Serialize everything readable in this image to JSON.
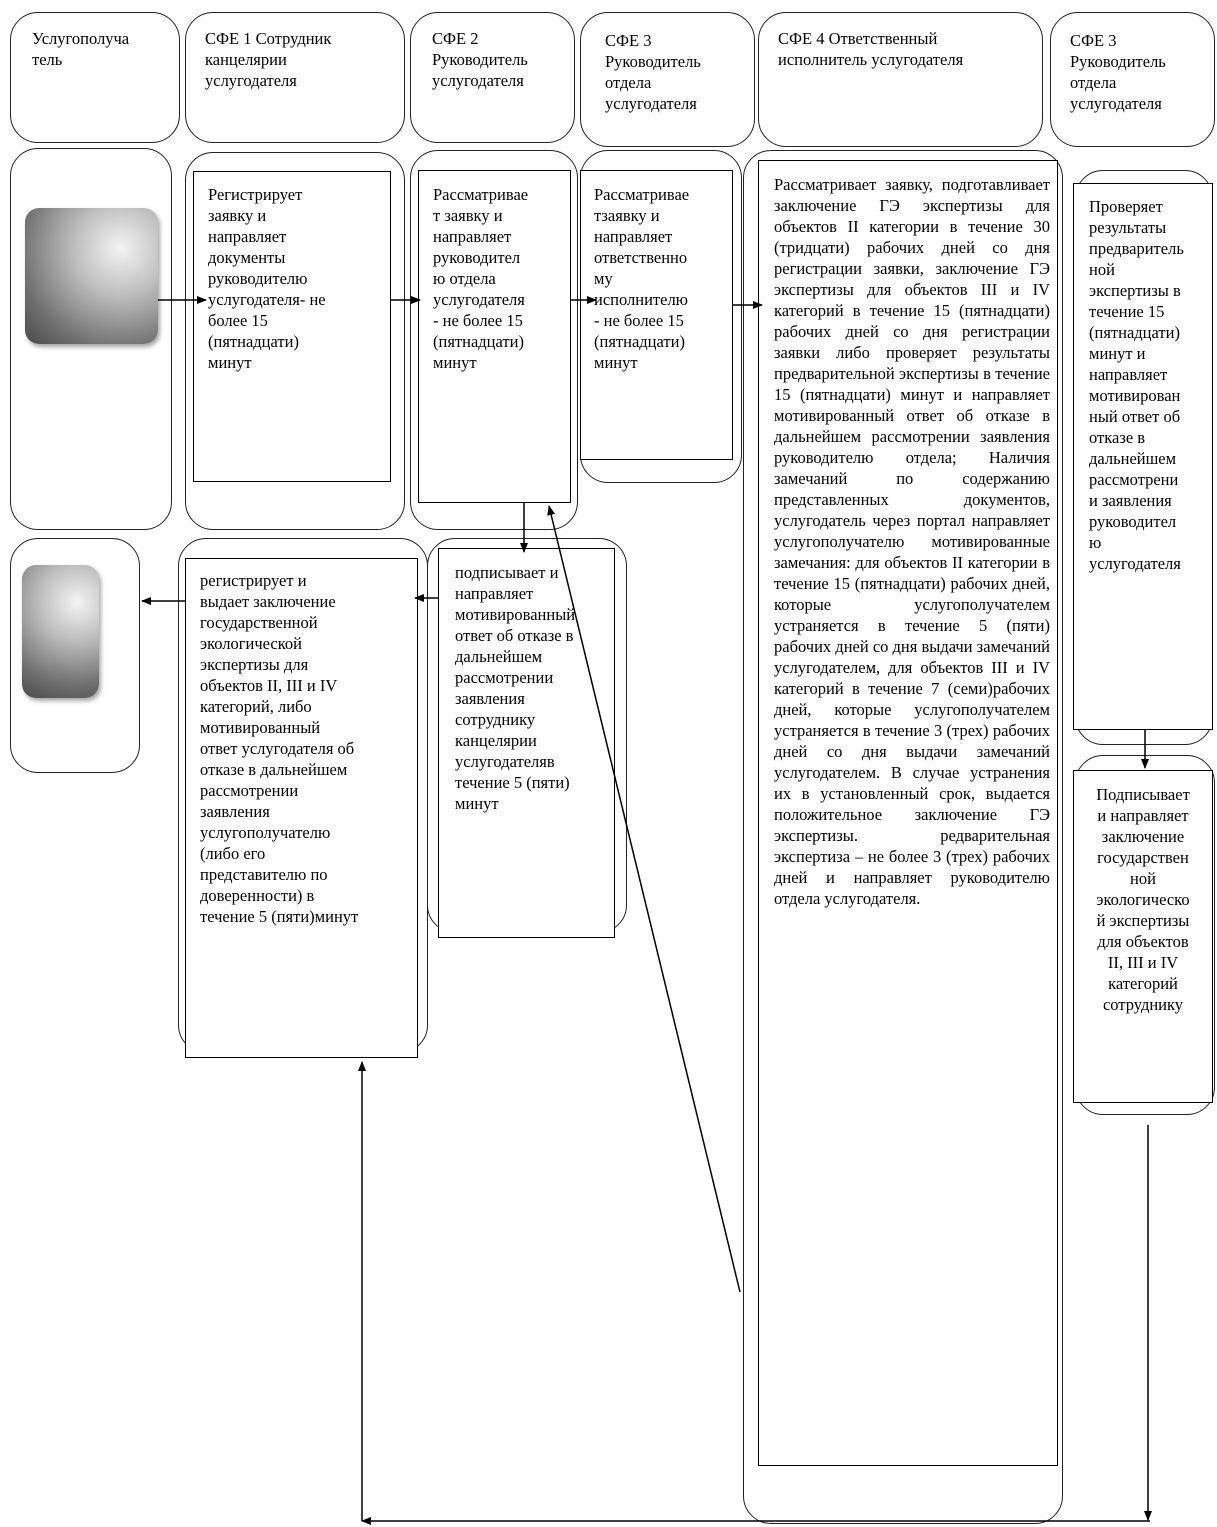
{
  "lanes": {
    "recipient": "Услугополуча\nтель",
    "sfe1": "СФЕ 1  Сотрудник\nканцелярии\nуслугодателя",
    "sfe2": "СФЕ 2\nРуководитель\nуслугодателя",
    "sfe3": "СФЕ 3\nРуководитель\nотдела\nуслугодателя",
    "sfe4": "СФЕ 4 Ответственный\nисполнитель услугодателя",
    "sfe3b": "СФЕ 3\nРуководитель\nотдела\nуслугодателя"
  },
  "steps": {
    "sfe1_register": "Регистрирует\nзаявку и\nнаправляет\nдокументы\nруководителю\nуслугодателя- не\nболее 15\n(пятнадцати)\nминут",
    "sfe2_review": "Рассматривае\nт заявку и\nнаправляет\nруководител\nю отдела\nуслугодателя\n- не более 15\n(пятнадцати)\nминут",
    "sfe3_review": "Рассматривае\nтзаявку и\nнаправляет\nответственно\nму\nисполнителю\n- не более 15\n(пятнадцати)\nминут",
    "sfe4_review": "Рассматривает заявку, подготавливает заключение ГЭ экспертизы для объектов II категории в течение 30 (тридцати) рабочих дней со дня регистрации заявки, заключение ГЭ экспертизы для объектов III и IV категорий в течение 15 (пятнадцати) рабочих дней со дня регистрации заявки либо проверяет результаты предварительной экспертизы в течение 15 (пятнадцати) минут и направляет мотивированный ответ об отказе в дальнейшем рассмотрении заявления руководителю отдела; Наличия замечаний по содержанию представленных документов, услугодатель через портал направляет услугополучателю мотивированные замечания: для объектов II категории в течение 15 (пятнадцати) рабочих дней, которые услугополучателем устраняется в течение 5 (пяти) рабочих дней со дня выдачи замечаний услугодателем, для объектов III и IV категорий в течение 7 (семи)рабочих дней, которые услугополучателем устраняется в течение 3 (трех) рабочих дней со дня выдачи замечаний услугодателем. В случае устранения их в установленный срок, выдается положительное заключение ГЭ экспертизы. редварительная экспертиза – не более 3 (трех) рабочих дней и направляет руководителю отдела услугодателя.",
    "sfe3b_check": "Проверяет\nрезультаты\nпредваритель\nной\nэкспертизы в\nтечение 15\n(пятнадцати)\nминут и\nнаправляет\nмотивирован\nный ответ об\nотказе в\nдальнейшем\nрассмотрени\nи заявления\nруководител\nю\nуслугодателя",
    "sfe3b_sign": "Подписывает\nи направляет\nзаключение\nгосударствен\nной\nэкологическо\nй экспертизы\nдля объектов\nII, III и IV\nкатегорий\nсотруднику",
    "sfe2_sign": "подписывает и\nнаправляет\nмотивированный\nответ об отказе в\nдальнейшем\nрассмотрении\nзаявления\nсотруднику\nканцелярии\nуслугодателяв\nтечение  5 (пяти)\nминут",
    "sfe1_issue": "регистрирует и\nвыдает  заключение\nгосударственной\nэкологической\nэкспертизы для\nобъектов II, III и IV\nкатегорий, либо\nмотивированный\nответ услугодателя об\nотказе в дальнейшем\nрассмотрении\nзаявления\nуслугополучателю\n(либо его\nпредставителю по\nдоверенности) в\nтечение 5 (пяти)минут"
  }
}
